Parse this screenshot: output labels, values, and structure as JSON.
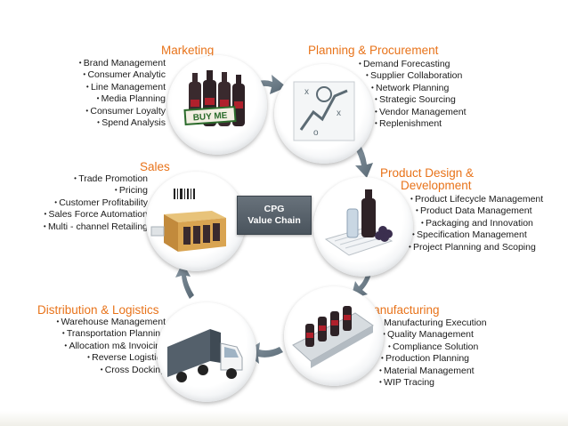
{
  "center": {
    "line1": "CPG",
    "line2": "Value Chain"
  },
  "marketing": {
    "title": "Marketing",
    "image_text": "BUY ME",
    "items": [
      "Brand Management",
      "Consumer Analytic",
      "Line Management",
      "Media Planning",
      "Consumer Loyalty",
      "Spend Analysis"
    ]
  },
  "planning": {
    "title": "Planning & Procurement",
    "items": [
      "Demand Forecasting",
      "Supplier Collaboration",
      "Network Planning",
      "Strategic Sourcing",
      "Vendor Management",
      "Replenishment"
    ]
  },
  "product_design": {
    "title_line1": "Product Design &",
    "title_line2": "Development",
    "items": [
      "Product Lifecycle Management",
      "Product Data Management",
      "Packaging and Innovation",
      "Specification Management",
      "Project Planning and Scoping"
    ]
  },
  "manufacturing": {
    "title": "Manufacturing",
    "items": [
      "Manufacturing Execution",
      "Quality Management",
      "Compliance Solution",
      "Production Planning",
      "Material Management",
      "WIP Tracing"
    ]
  },
  "distribution": {
    "title": "Distribution & Logistics",
    "items": [
      "Warehouse Management",
      "Transportation Planning",
      "Allocation m& Invoicing",
      "Reverse Logistics",
      "Cross Docking"
    ]
  },
  "sales": {
    "title": "Sales",
    "items": [
      "Trade Promotion",
      "Pricing",
      "Customer Profitability",
      "Sales Force Automation",
      "Multi - channel Retailing"
    ]
  },
  "colors": {
    "heading": "#e8731a",
    "arrow": "#6b7d8a",
    "center_box": "#56606a"
  }
}
